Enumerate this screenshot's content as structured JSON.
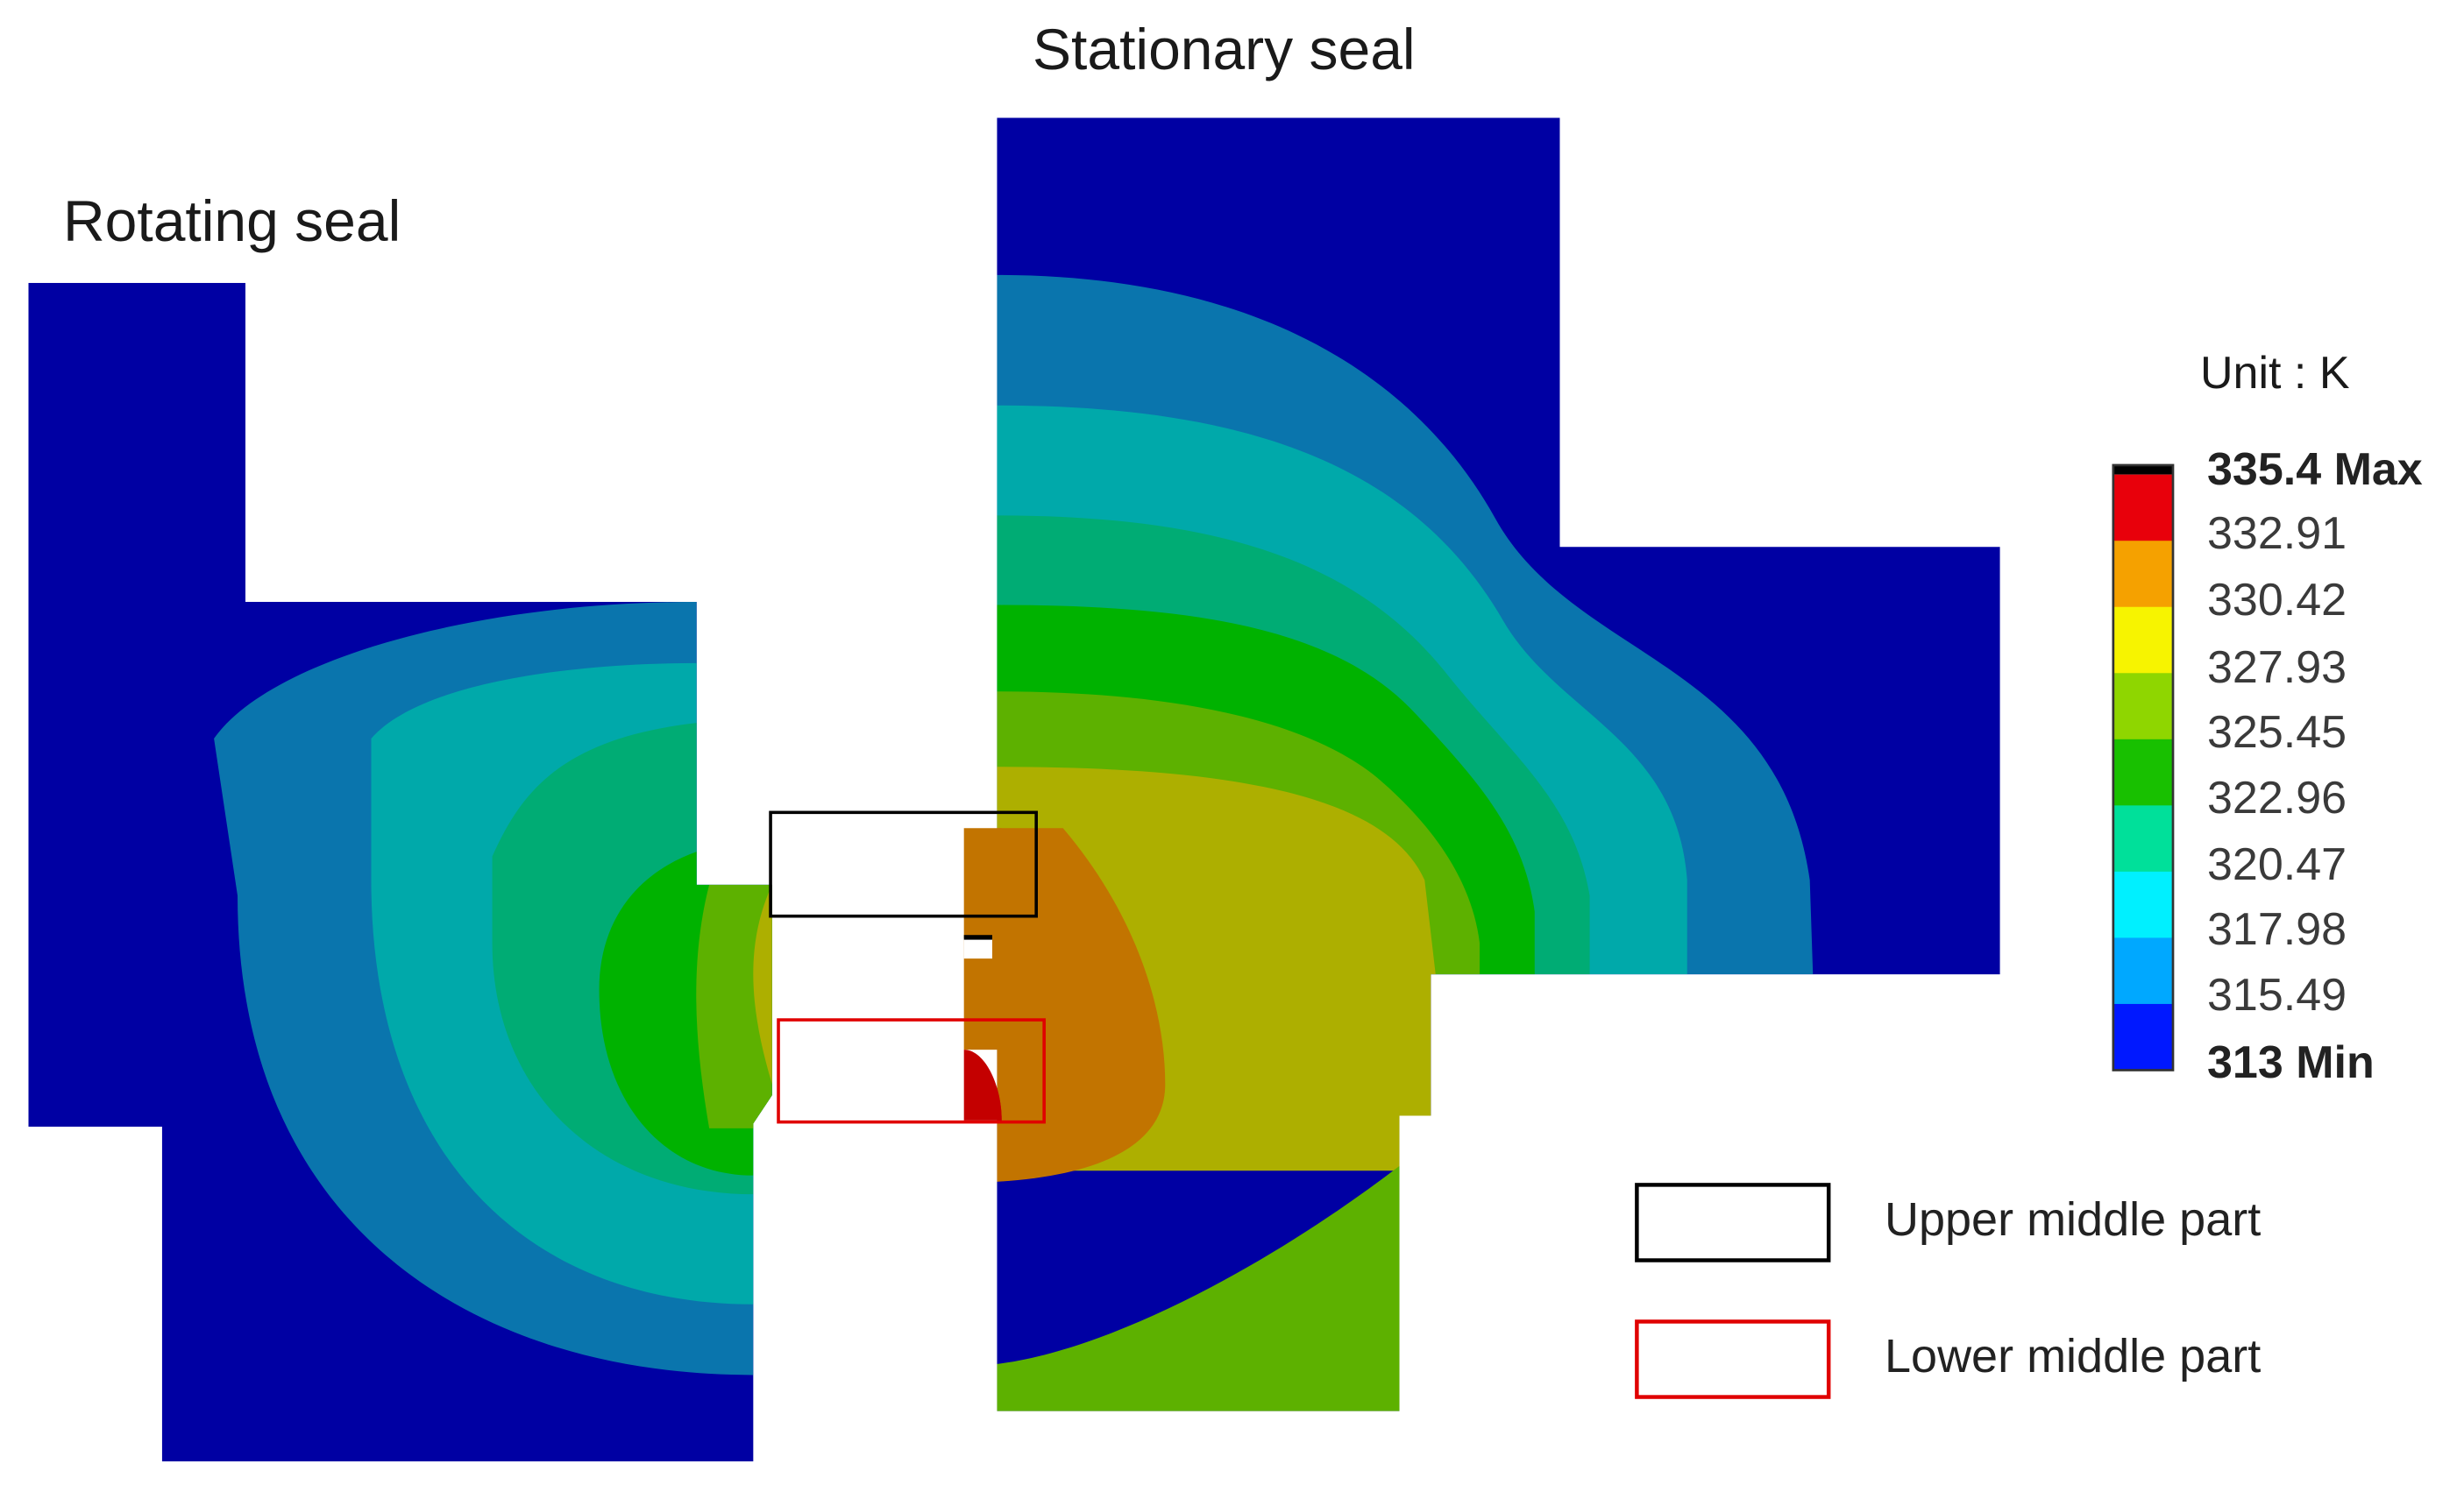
{
  "labels": {
    "stationary_seal": "Stationary seal",
    "rotating_seal": "Rotating seal"
  },
  "colorbar": {
    "unit": "Unit : K",
    "max_label": "335.4 Max",
    "min_label": "313 Min",
    "ticks": [
      "332.91",
      "330.42",
      "327.93",
      "325.45",
      "322.96",
      "320.47",
      "317.98",
      "315.49"
    ],
    "colors": [
      "#e8000b",
      "#f5a100",
      "#f7f400",
      "#8fd600",
      "#18c000",
      "#00e09a",
      "#00f0ff",
      "#00a8ff",
      "#0018ff"
    ],
    "top_cap_color": "#000000"
  },
  "contour_colors": {
    "level_1": "#0000a3",
    "level_2": "#0a75ad",
    "level_3": "#00a9aa",
    "level_4": "#00ac74",
    "level_5": "#00b200",
    "level_6": "#5db100",
    "level_7": "#adaf00",
    "level_8": "#c27400",
    "level_9": "#c40000"
  },
  "legend": {
    "upper": {
      "label": "Upper middle part",
      "color": "#000000"
    },
    "lower": {
      "label": "Lower middle part",
      "color": "#e00000"
    }
  }
}
